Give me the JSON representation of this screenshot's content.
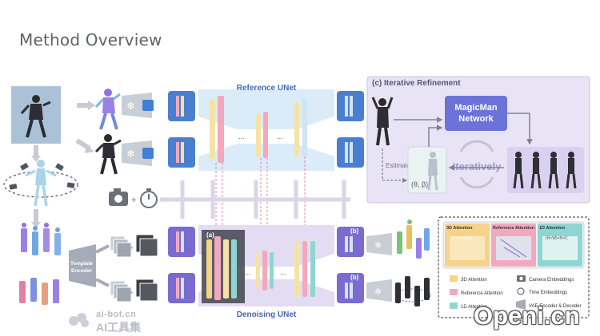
{
  "page": {
    "title": "Method Overview"
  },
  "diagram": {
    "reference_unet_label": "Reference UNet",
    "denoising_unet_label": "Denoising UNet",
    "ellipsis": "...",
    "iterative_panel": {
      "title": "(c) Iterative Refinement",
      "network_line1": "MagicMan",
      "network_line2": "Network",
      "estimate_label": "Estimate",
      "theta_beta": "(θ, β)",
      "iteratively_label": "Iteratively"
    },
    "template_encoder_line1": "Template",
    "template_encoder_line2": "Encoder",
    "label_a": "(a)",
    "label_b": "(b)",
    "legend_panel": {
      "box1_title": "3D Attention",
      "box2_title": "Reference Attention",
      "box3_title": "1D Attention",
      "box1_formula": "(F×H×W)×C",
      "box3_formula": "(H×W)×N×C",
      "items": [
        "3D Attention",
        "Reference Attention",
        "1D Attention",
        "Camera Embeddings",
        "Time Embeddings",
        "VAE Encoder & Decoder"
      ]
    },
    "colors": {
      "block_yellow": "#f5e3a6",
      "block_pink": "#f2a9bd",
      "block_teal": "#8fd6d2",
      "unet_blue": "#dcebf8",
      "unet_purple": "#e6def2",
      "panel_purple": "#ece6f6",
      "network_blue": "#6b73d9"
    }
  },
  "watermarks": {
    "ai_bot_domain": "ai-bot.cn",
    "ai_bot_name": "AI工具集",
    "openi": "Openi.cn"
  }
}
